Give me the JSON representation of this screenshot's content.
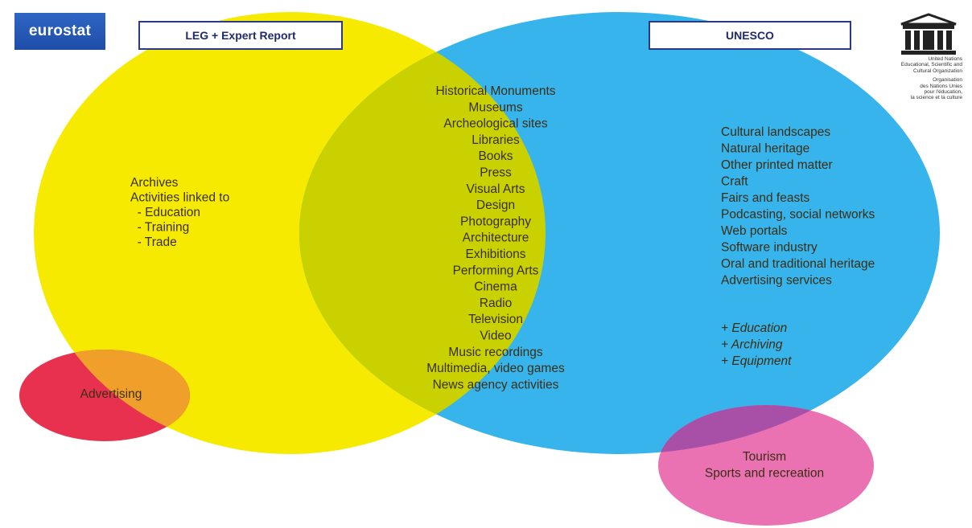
{
  "logos": {
    "eurostat": "eurostat",
    "unesco_caption_en": [
      "United Nations",
      "Educational, Scientific and",
      "Cultural Organization"
    ],
    "unesco_caption_fr": [
      "Organisation",
      "des Nations Unies",
      "pour l'éducation,",
      "la science et la culture"
    ]
  },
  "headers": {
    "leg": "LEG + Expert Report",
    "unesco": "UNESCO"
  },
  "colors": {
    "leg_circle": "#f6ea00",
    "unesco_circle": "#37b4ec",
    "overlap": "#c9d200",
    "advertising_circle": "#e8314e",
    "tourism_circle": "#ea72b2"
  },
  "leg_only": {
    "lines": [
      "Archives",
      "Activities linked to",
      "  - Education",
      "  - Training",
      "  - Trade"
    ]
  },
  "shared": {
    "items": [
      "Historical Monuments",
      "Museums",
      "Archeological sites",
      "Libraries",
      "Books",
      "Press",
      "Visual Arts",
      "Design",
      "Photography",
      "Architecture",
      "Exhibitions",
      "Performing Arts",
      "Cinema",
      "Radio",
      "Television",
      "Video",
      "Music recordings",
      "Multimedia, video games",
      "News agency activities"
    ]
  },
  "unesco_only": {
    "items": [
      "Cultural landscapes",
      "Natural heritage",
      "Other printed matter",
      "Craft",
      "Fairs and feasts",
      "Podcasting, social networks",
      "Web portals",
      "Software industry",
      "Oral and traditional heritage",
      "Advertising services"
    ],
    "extras": [
      "+ Education",
      "+ Archiving",
      "+ Equipment"
    ]
  },
  "advertising": {
    "label": "Advertising"
  },
  "tourism": {
    "lines": [
      "Tourism",
      "Sports and recreation"
    ]
  }
}
